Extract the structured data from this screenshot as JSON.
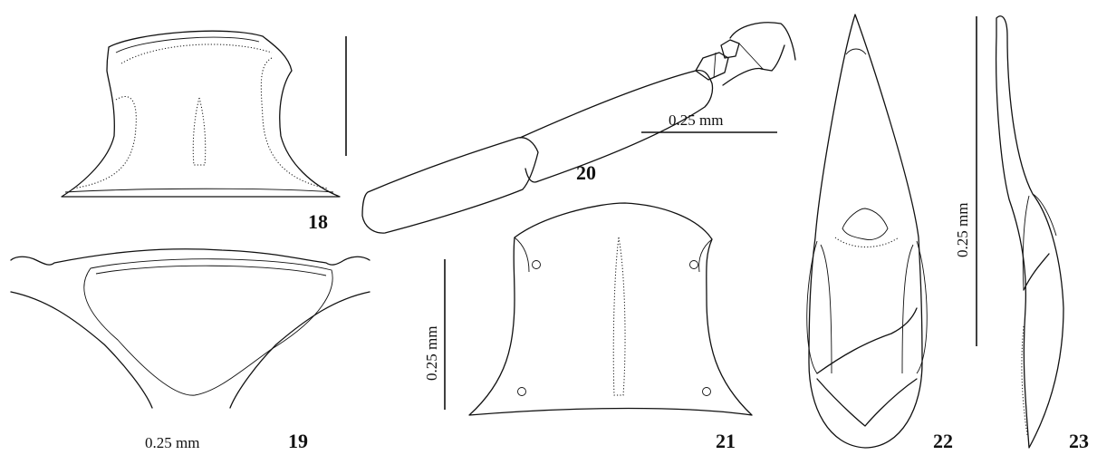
{
  "figures": [
    {
      "id": "18",
      "label": "18"
    },
    {
      "id": "19",
      "label": "19",
      "scale_label": "0.25 mm"
    },
    {
      "id": "20",
      "label": "20",
      "scale_label": "0.25 mm"
    },
    {
      "id": "21",
      "label": "21",
      "scale_label": "0.25 mm"
    },
    {
      "id": "22",
      "label": "22",
      "scale_label": "0.25 mm"
    },
    {
      "id": "23",
      "label": "23"
    }
  ]
}
